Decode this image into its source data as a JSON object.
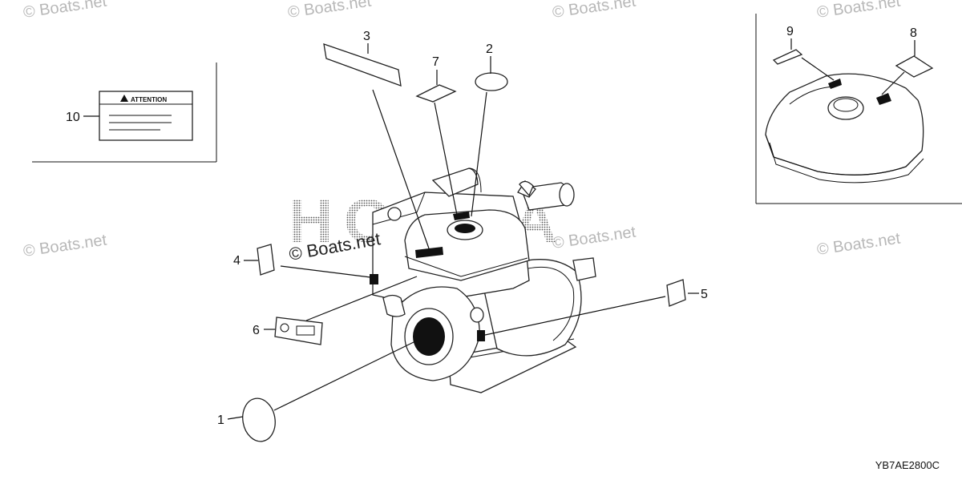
{
  "watermarks": {
    "brand": "© Boats.net",
    "engine_brand": "HONDA"
  },
  "inset_label": {
    "title": "ATTENTION"
  },
  "callouts": [
    "1",
    "2",
    "3",
    "4",
    "5",
    "6",
    "7",
    "8",
    "9",
    "10"
  ],
  "diagram_code": "YB7AE2800C"
}
